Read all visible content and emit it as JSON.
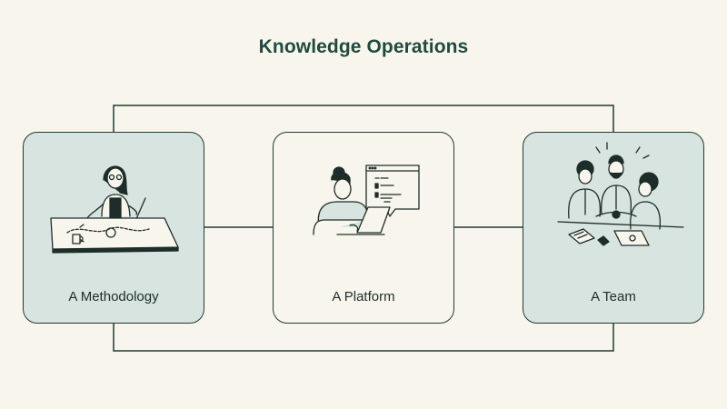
{
  "title": "Knowledge Operations",
  "cards": [
    {
      "label": "A Methodology",
      "illustration": "person-planning-at-map-table"
    },
    {
      "label": "A Platform",
      "illustration": "person-working-on-laptop-with-chat-bubble"
    },
    {
      "label": "A Team",
      "illustration": "team-celebrating-together"
    }
  ],
  "colors": {
    "background": "#f8f6ec",
    "title": "#1f4a41",
    "card_tint": "#d8e4e0",
    "line": "#1f3b35"
  }
}
